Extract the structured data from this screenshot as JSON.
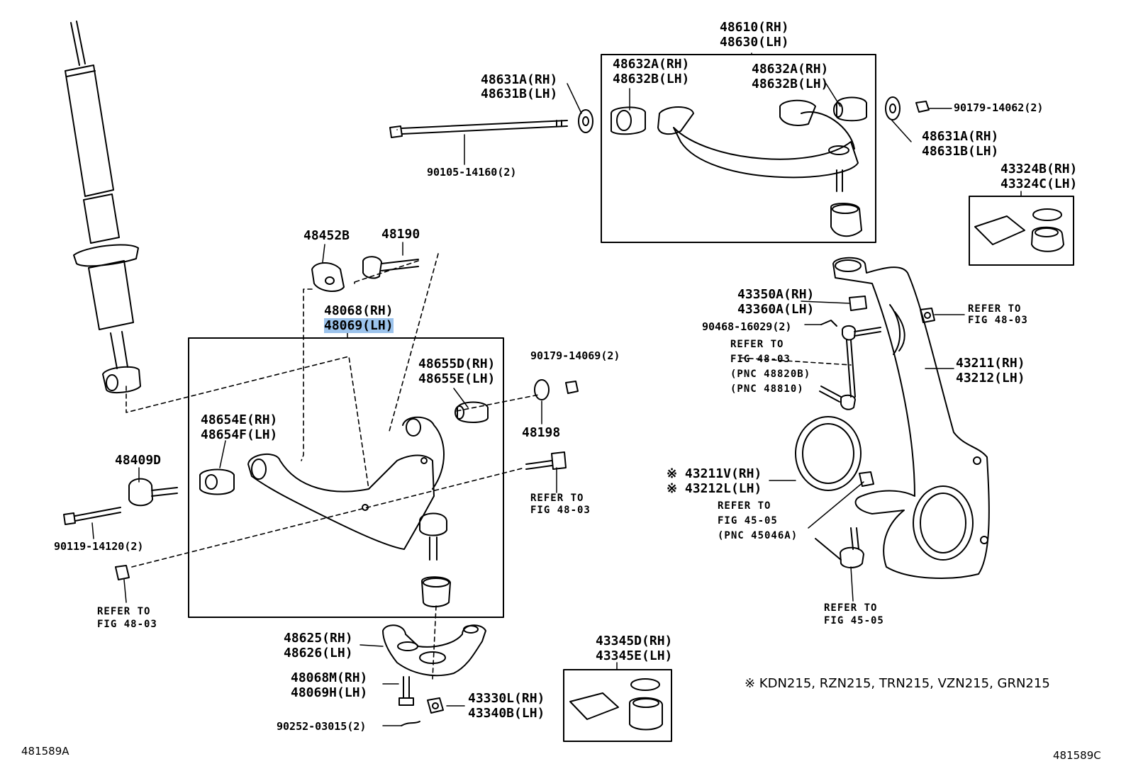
{
  "diagram": {
    "labels": {
      "p48610": "48610(RH)",
      "p48630": "48630(LH)",
      "p48631a_top": "48631A(RH)",
      "p48631b_top": "48631B(LH)",
      "p48632a_l": "48632A(RH)",
      "p48632b_l": "48632B(LH)",
      "p48632a_r": "48632A(RH)",
      "p48632b_r": "48632B(LH)",
      "p48631a_r": "48631A(RH)",
      "p48631b_r": "48631B(LH)",
      "p90179_14062": "90179-14062(2)",
      "p90105": "90105-14160(2)",
      "p43324b": "43324B(RH)",
      "p43324c": "43324C(LH)",
      "p48452b": "48452B",
      "p48190": "48190",
      "p48068": "48068(RH)",
      "p48069": "48069(LH)",
      "p48655d": "48655D(RH)",
      "p48655e": "48655E(LH)",
      "p90179_14069": "90179-14069(2)",
      "p48198": "48198",
      "p48654e": "48654E(RH)",
      "p48654f": "48654F(LH)",
      "p48409d": "48409D",
      "p90119": "90119-14120(2)",
      "ref1a": "REFER TO",
      "ref1b": "FIG 48-03",
      "ref2a": "REFER TO",
      "ref2b": "FIG 48-03",
      "p43350a": "43350A(RH)",
      "p43360a": "43360A(LH)",
      "p90468": "90468-16029(2)",
      "ref3a": "REFER TO",
      "ref3b": "FIG 48-03",
      "pnc1": "(PNC 48820B)",
      "pnc2": "(PNC 48810)",
      "ref4a": "REFER TO",
      "ref4b": "FIG 48-03",
      "p43211": "43211(RH)",
      "p43212": "43212(LH)",
      "p43211v": "※ 43211V(RH)",
      "p43212l": "※ 43212L(LH)",
      "ref5a": "REFER TO",
      "ref5b": "FIG 45-05",
      "pnc3": "(PNC 45046A)",
      "ref6a": "REFER TO",
      "ref6b": "FIG 45-05",
      "p48625": "48625(RH)",
      "p48626": "48626(LH)",
      "p48068m": "48068M(RH)",
      "p48069h": "48069H(LH)",
      "p43330l": "43330L(RH)",
      "p43340b": "43340B(LH)",
      "p90252": "90252-03015(2)",
      "p43345d": "43345D(RH)",
      "p43345e": "43345E(LH)"
    },
    "note": "※ KDN215, RZN215, TRN215, VZN215, GRN215",
    "code_left": "481589A",
    "code_right": "481589C",
    "highlight_color": "#9cc3ec"
  }
}
